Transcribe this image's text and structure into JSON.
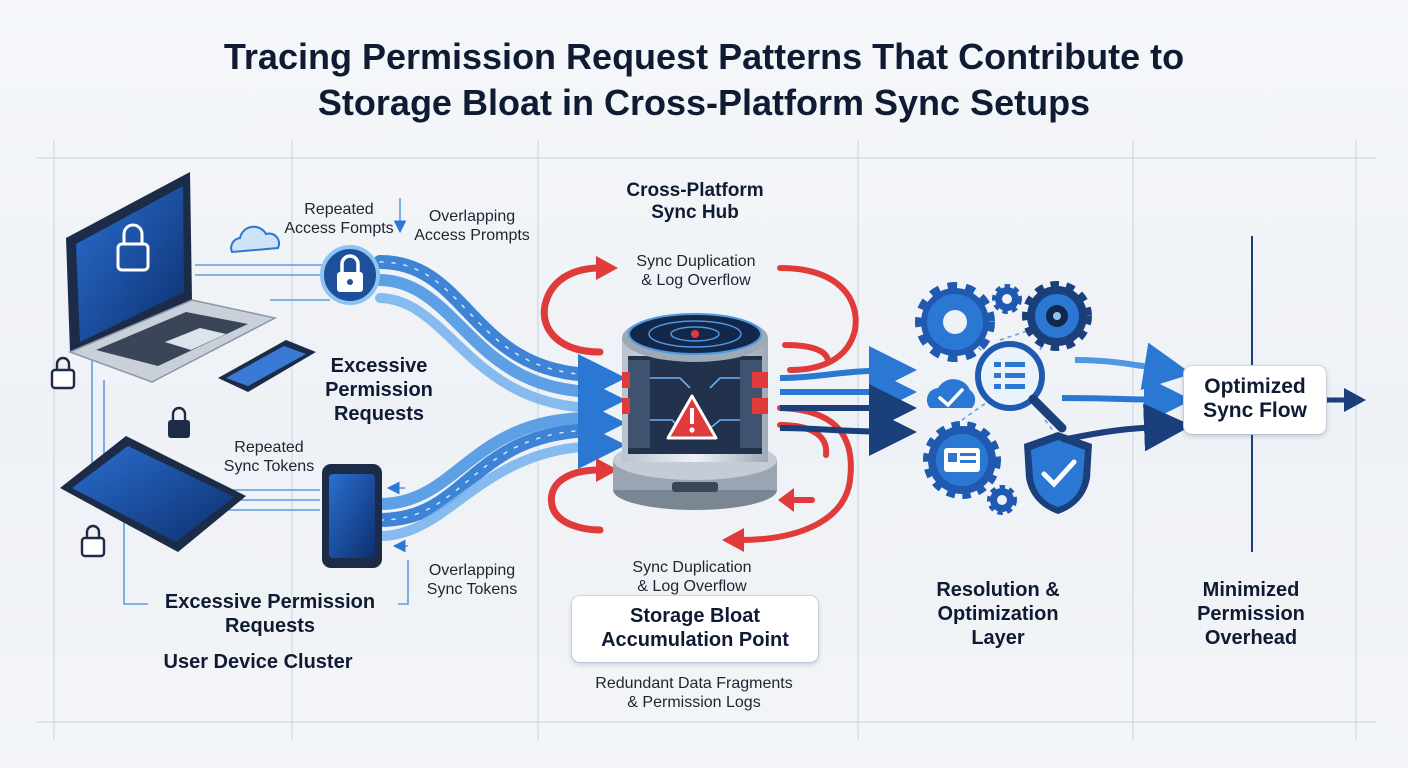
{
  "title": {
    "line1": "Tracing Permission Request Patterns That Contribute to",
    "line2": "Storage Bloat in Cross-Platform Sync Setups"
  },
  "devices": {
    "repeated_access_prompts": [
      "Repeated",
      "Access Fompts"
    ],
    "overlapping_access_prompts": [
      "Overlapping",
      "Access Prompts"
    ],
    "excessive_requests_center": [
      "Excessive",
      "Permission",
      "Requests"
    ],
    "repeated_sync_tokens": [
      "Repeated",
      "Sync Tokens"
    ],
    "overlapping_sync_tokens": [
      "Overlapping",
      "Sync Tokens"
    ],
    "excessive_requests_bottom": [
      "Excessive Permission",
      "Requests"
    ],
    "cluster_label": "User Device Cluster"
  },
  "hub": {
    "title": [
      "Cross-Platform",
      "Sync Hub"
    ],
    "dup_top": [
      "Sync Duplication",
      "& Log Overflow"
    ],
    "dup_bottom": [
      "Sync Duplication",
      "& Log Overflow"
    ],
    "bloat_box": [
      "Storage Bloat",
      "Accumulation Point"
    ],
    "fragments": [
      "Redundant Data Fragments",
      "& Permission Logs"
    ]
  },
  "resolution": {
    "label": [
      "Resolution &",
      "Optimization",
      "Layer"
    ]
  },
  "output": {
    "box": [
      "Optimized",
      "Sync Flow"
    ],
    "label": [
      "Minimized",
      "Permission",
      "Overhead"
    ]
  },
  "colors": {
    "navy": "#1a3f7a",
    "blue": "#2f7fd8",
    "red": "#e03a3a",
    "title": "#0f1b33"
  },
  "icons": [
    "laptop-icon",
    "phone-icon",
    "tablet-icon",
    "smartphone-icon",
    "padlock-icon",
    "cloud-icon",
    "server-icon",
    "warning-icon",
    "gear-icon",
    "magnifier-icon",
    "shield-check-icon",
    "id-card-icon",
    "cloud-check-icon"
  ]
}
